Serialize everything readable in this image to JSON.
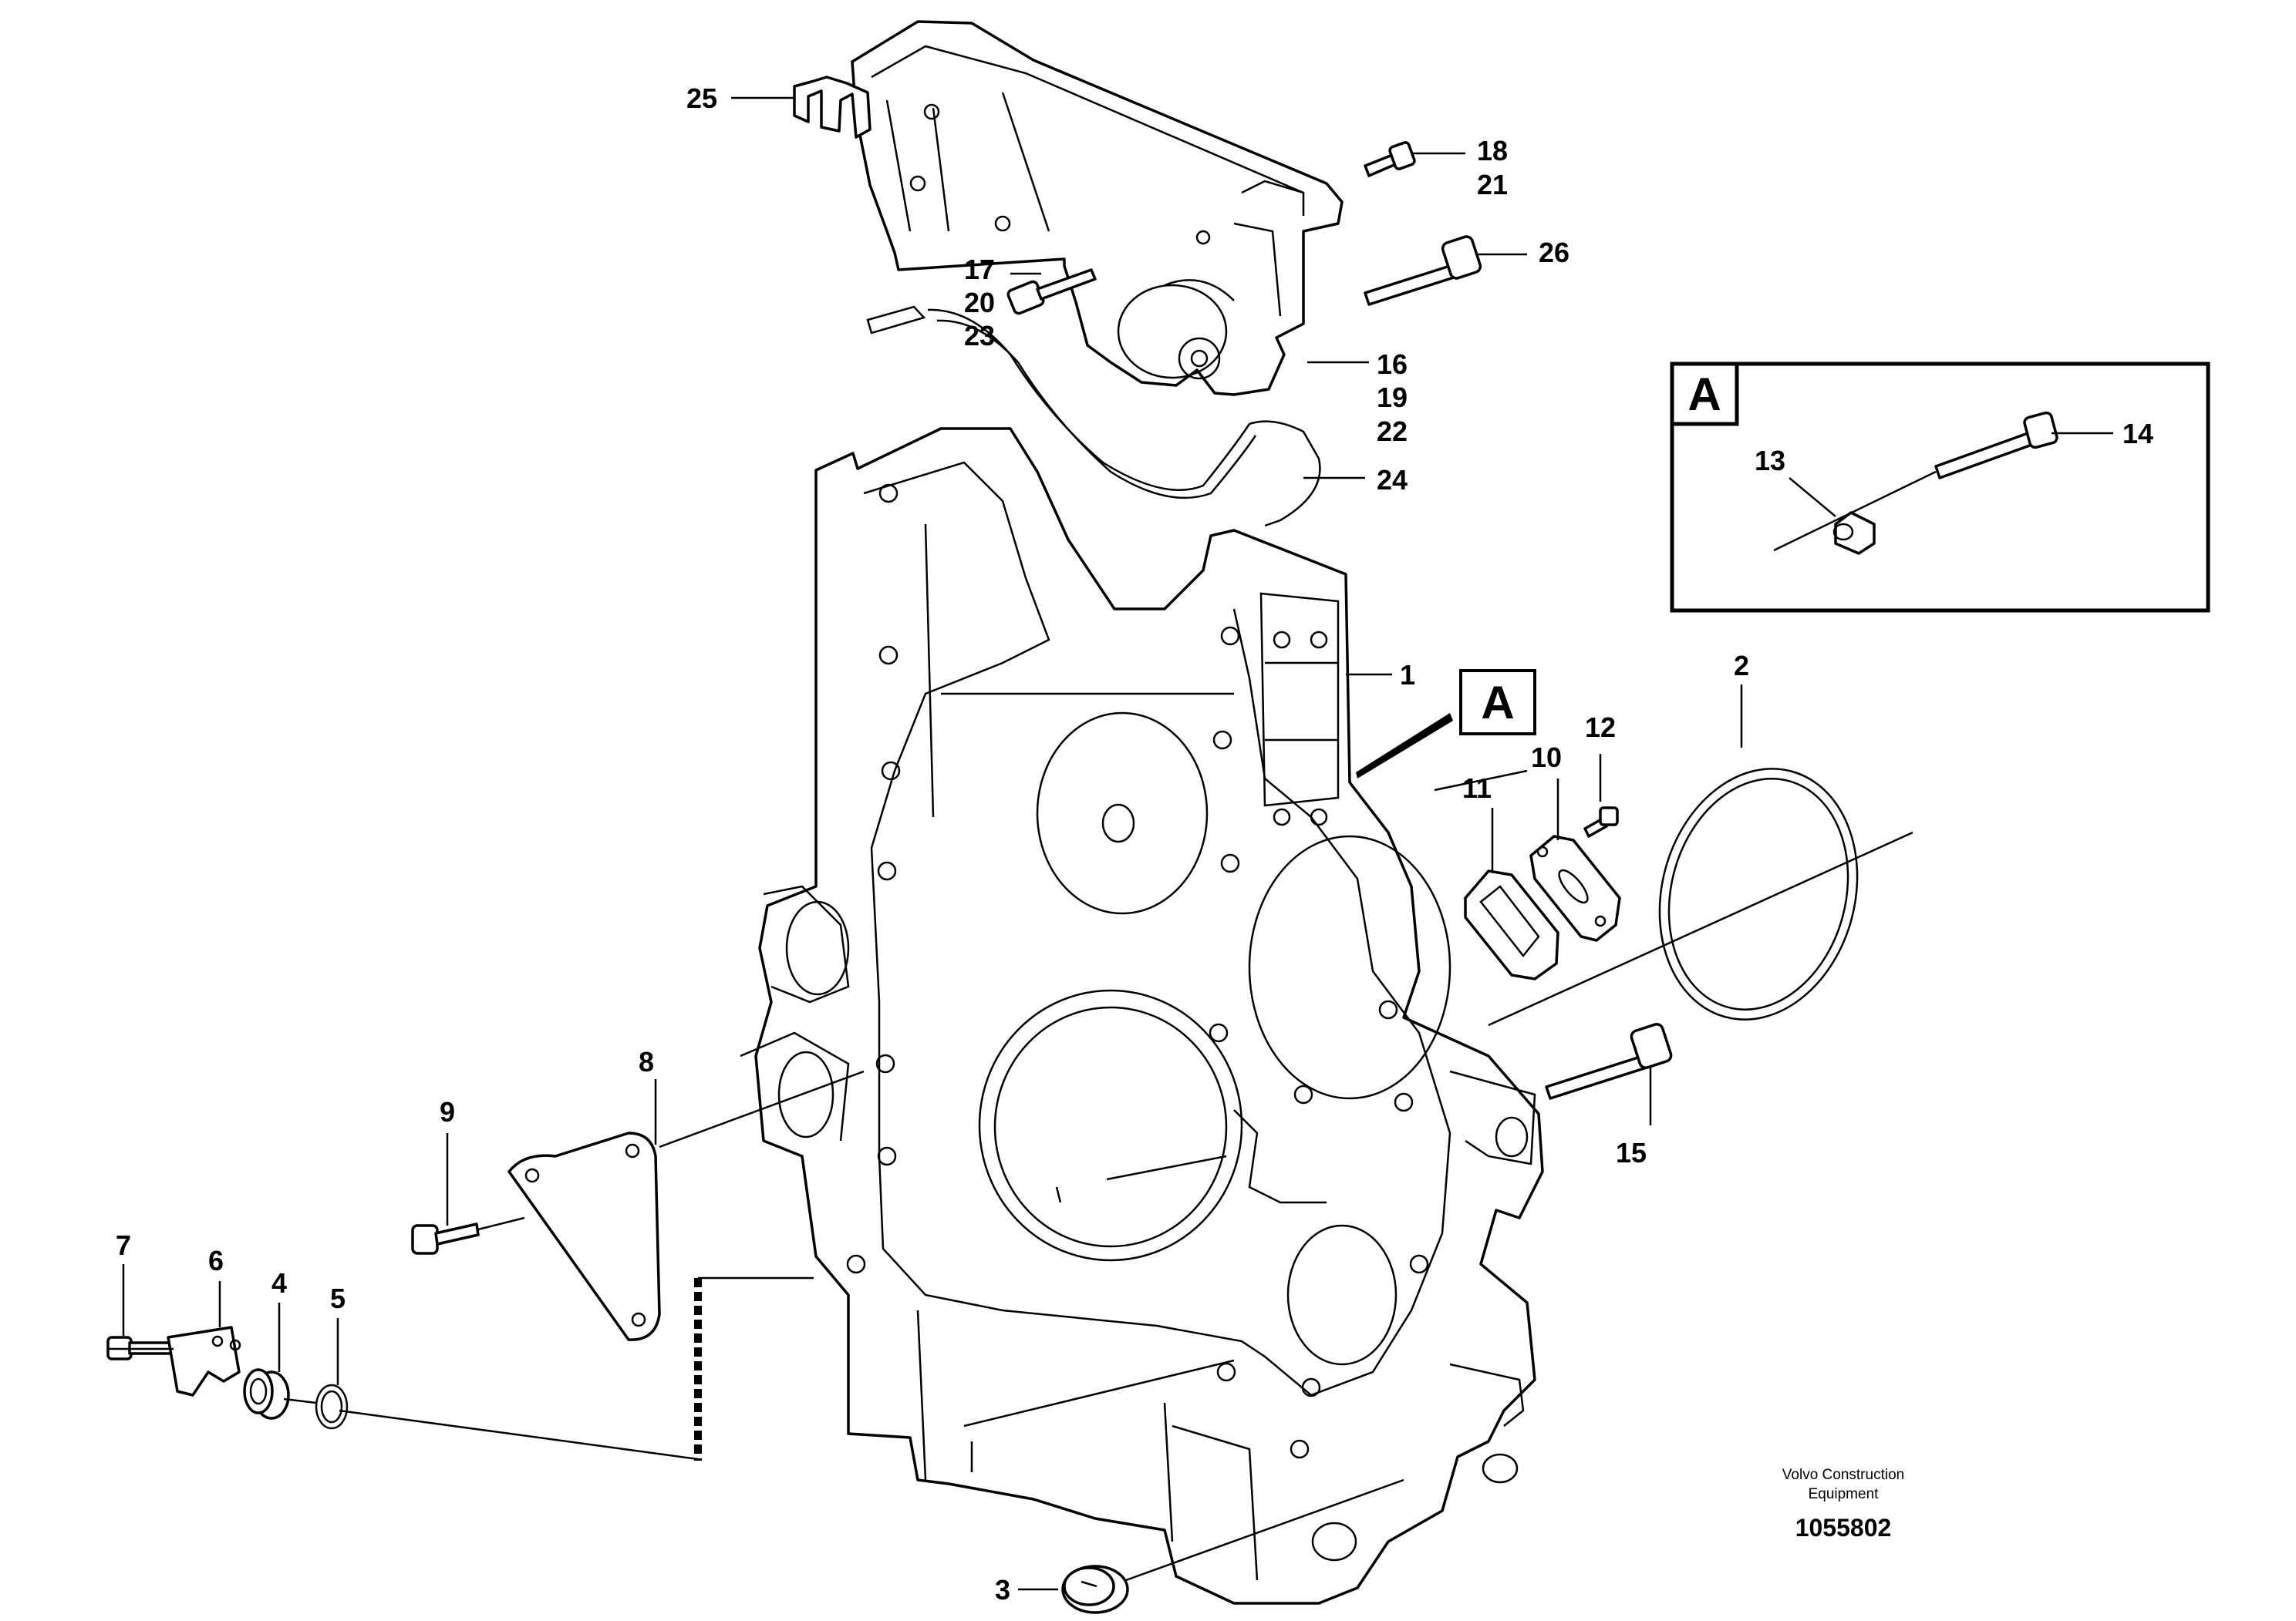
{
  "diagram": {
    "callouts": [
      "25",
      "18",
      "21",
      "26",
      "17",
      "20",
      "23",
      "16",
      "19",
      "22",
      "24",
      "1",
      "12",
      "10",
      "11",
      "2",
      "8",
      "9",
      "15",
      "7",
      "6",
      "4",
      "5",
      "3",
      "14",
      "13"
    ],
    "detail_ref": "A",
    "credit_line1": "Volvo Construction",
    "credit_line2": "Equipment",
    "doc_number": "1055802"
  }
}
